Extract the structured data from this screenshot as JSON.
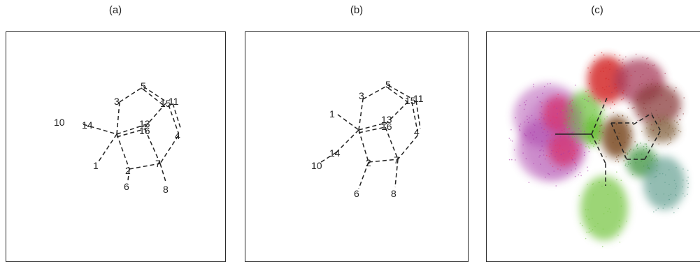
{
  "panels": [
    {
      "title": "(a)",
      "nodes": [
        {
          "label": "10"
        },
        {
          "label": "14"
        },
        {
          "label": "1"
        },
        {
          "label": "3"
        },
        {
          "label": "5"
        },
        {
          "label": "15"
        },
        {
          "label": "11"
        },
        {
          "label": "13"
        },
        {
          "label": "16"
        },
        {
          "label": "4"
        },
        {
          "label": "2"
        },
        {
          "label": "7"
        },
        {
          "label": "6"
        },
        {
          "label": "8"
        }
      ]
    },
    {
      "title": "(b)",
      "nodes": [
        {
          "label": "1"
        },
        {
          "label": "3"
        },
        {
          "label": "5"
        },
        {
          "label": "15"
        },
        {
          "label": "11"
        },
        {
          "label": "13"
        },
        {
          "label": "16"
        },
        {
          "label": "4"
        },
        {
          "label": "14"
        },
        {
          "label": "10"
        },
        {
          "label": "2"
        },
        {
          "label": "7"
        },
        {
          "label": "6"
        },
        {
          "label": "8"
        }
      ]
    },
    {
      "title": "(c)",
      "colors": [
        "#a83aa8",
        "#e23a6a",
        "#6cc23a",
        "#d42a2a",
        "#a83a5a",
        "#8a3a3a",
        "#7a4a24",
        "#8a6a4a",
        "#4a9a4a",
        "#5a9a8a",
        "#7cc84a"
      ]
    }
  ]
}
